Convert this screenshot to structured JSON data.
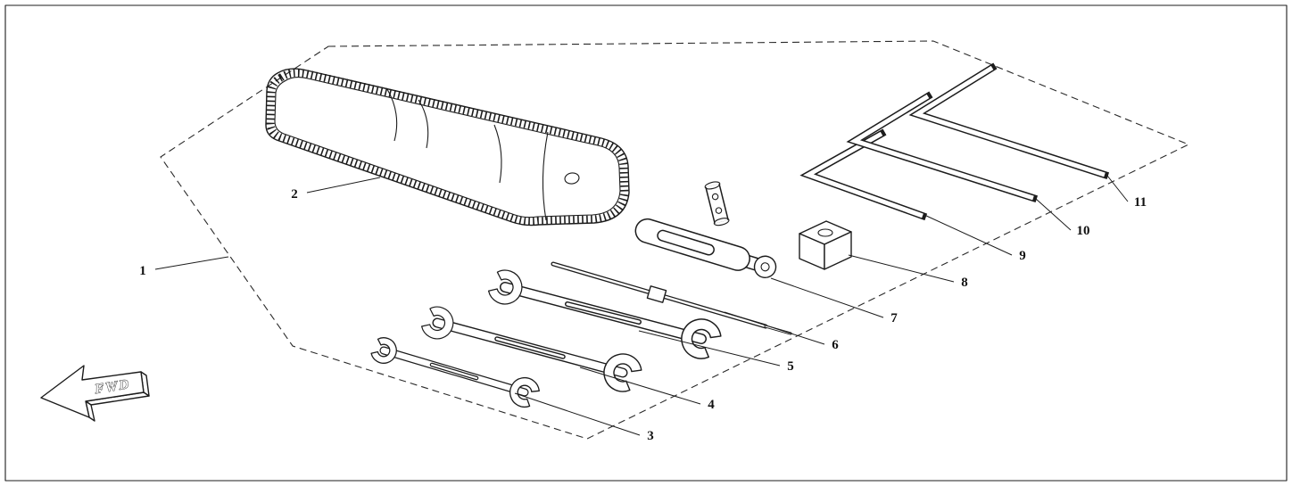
{
  "page": {
    "background_color": "#ffffff",
    "line_color": "#1c1c1c"
  },
  "diagram": {
    "kind": "tool-kit-parts-diagram",
    "fwd_label": "FWD",
    "callouts": [
      {
        "ref": "1"
      },
      {
        "ref": "2"
      },
      {
        "ref": "3"
      },
      {
        "ref": "4"
      },
      {
        "ref": "5"
      },
      {
        "ref": "6"
      },
      {
        "ref": "7"
      },
      {
        "ref": "8"
      },
      {
        "ref": "9"
      },
      {
        "ref": "10"
      },
      {
        "ref": "11"
      }
    ]
  }
}
